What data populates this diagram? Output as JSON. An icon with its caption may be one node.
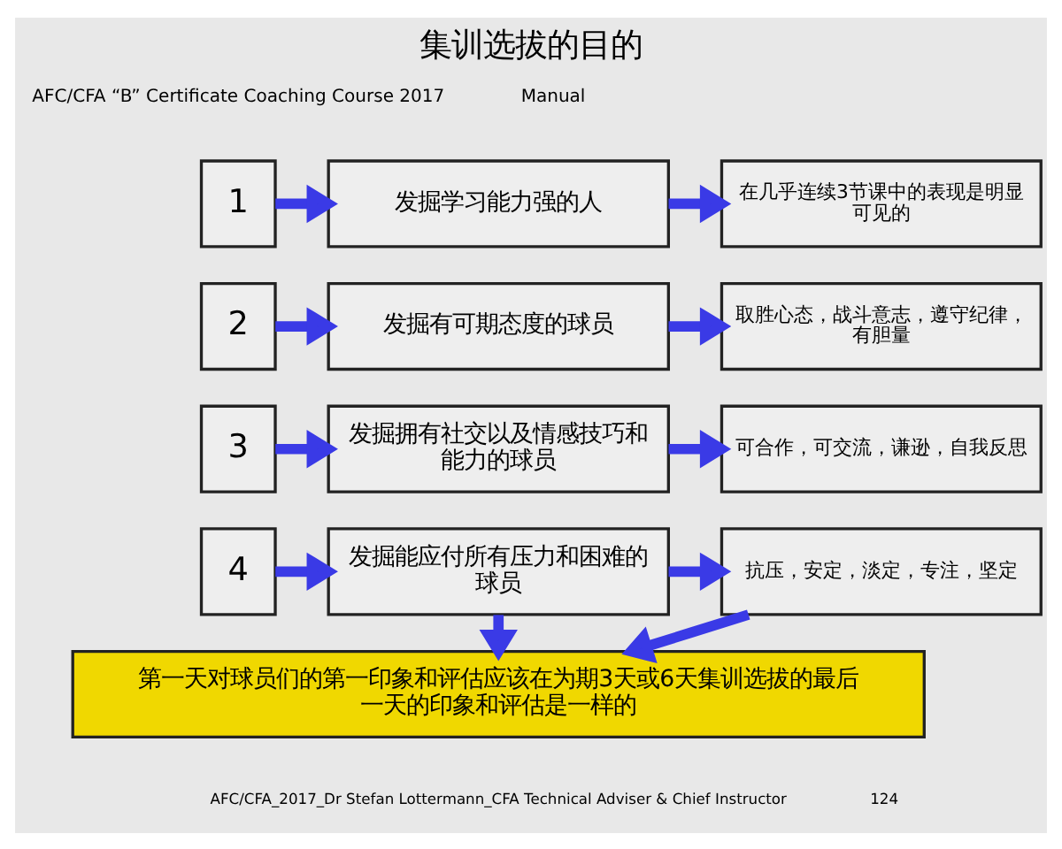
{
  "diagram": {
    "title": "集训选拔的目的",
    "nodes": [
      {
        "text": [
          "1"
        ]
      },
      {
        "text": [
          "发掘学习能力强的人"
        ]
      },
      {
        "text": [
          "在几乎连续3节课中的表现是明显可见的"
        ]
      },
      {
        "text": [
          "2"
        ]
      },
      {
        "text": [
          "发掘有可期态度的球员"
        ]
      },
      {
        "text": [
          "取胜心态，战斗意志，遵守纪律，有胆量"
        ]
      },
      {
        "text": [
          "3"
        ]
      },
      {
        "text": [
          "发掘拥有社交以及情感技巧和能力的球员"
        ]
      },
      {
        "text": [
          "可合作，可交流，谦逊，自我反思"
        ]
      },
      {
        "text": [
          "4"
        ]
      },
      {
        "text": [
          "发掘能应付所有压力和困难的球员"
        ]
      },
      {
        "text": [
          "抗压，安定，淡定，专注，坚定"
        ]
      },
      {
        "text": [
          "第一天对球员们的第一印象和评估应该在为期3天或6天集训选拔的最后一天的印象和评估是一样的"
        ]
      }
    ],
    "edges": [
      {
        "from": 0,
        "to": 1,
        "arrow": "to"
      },
      {
        "from": 1,
        "to": 2,
        "arrow": "to"
      },
      {
        "from": 3,
        "to": 4,
        "arrow": "to"
      },
      {
        "from": 4,
        "to": 5,
        "arrow": "to"
      },
      {
        "from": 6,
        "to": 7,
        "arrow": "to"
      },
      {
        "from": 7,
        "to": 8,
        "arrow": "to"
      },
      {
        "from": 9,
        "to": 10,
        "arrow": "to"
      },
      {
        "from": 10,
        "to": 11,
        "arrow": "to"
      },
      {
        "from": 10,
        "to": 12,
        "arrow": "to"
      },
      {
        "from": 11,
        "to": 12,
        "arrow": "to"
      }
    ],
    "labels": [
      "AFC/CFA “B” Certificate Coaching Course 2017",
      "Manual",
      "AFC/CFA_2017_Dr Stefan Lottermann_CFA Technical Adviser & Chief Instructor",
      "124"
    ]
  }
}
